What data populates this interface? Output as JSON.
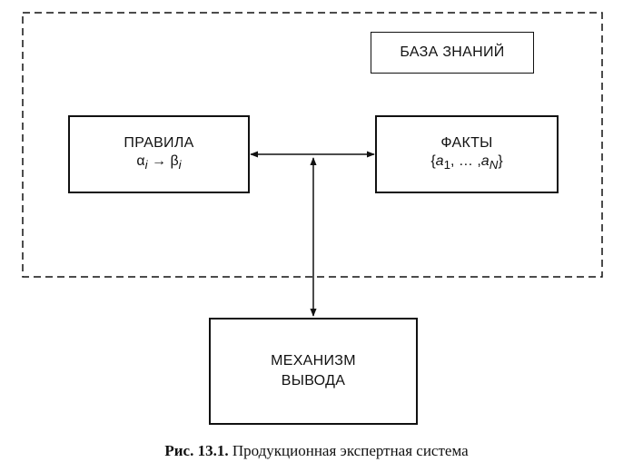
{
  "knowledge_base": {
    "label": "БАЗА ЗНАНИЙ"
  },
  "rules": {
    "title": "ПРАВИЛА",
    "formula": {
      "alpha": "α",
      "arrow": " → ",
      "beta": "β",
      "sub": "i"
    }
  },
  "facts": {
    "title": "ФАКТЫ",
    "formula": {
      "open": "{",
      "a": "a",
      "sub1": "1",
      "middle": ", … ,",
      "subN": "N",
      "close": "}"
    }
  },
  "engine": {
    "line1": "МЕХАНИЗМ",
    "line2": "ВЫВОДА"
  },
  "caption": {
    "number": "Рис. 13.1.",
    "text": " Продукционная экспертная система"
  }
}
